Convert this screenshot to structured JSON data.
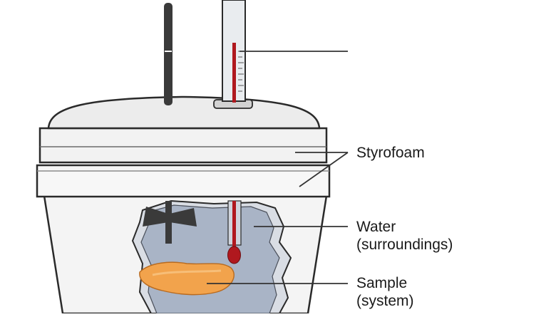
{
  "labels": {
    "styrofoam": "Styrofoam",
    "water_line1": "Water",
    "water_line2": "(surroundings)",
    "sample_line1": "Sample",
    "sample_line2": "(system)"
  },
  "colors": {
    "outline": "#2a2a2a",
    "cup_fill": "#f4f4f4",
    "lid_fill": "#ececec",
    "water_fill": "#a9b4c6",
    "inner_wall": "#d9dde4",
    "sample_fill": "#f2a34c",
    "thermometer_red": "#b0181e",
    "stirrer": "#3a3a3a",
    "leader_line": "#333333"
  },
  "icons": {
    "thermometer": "thermometer-icon",
    "stirrer": "stirrer-icon"
  }
}
